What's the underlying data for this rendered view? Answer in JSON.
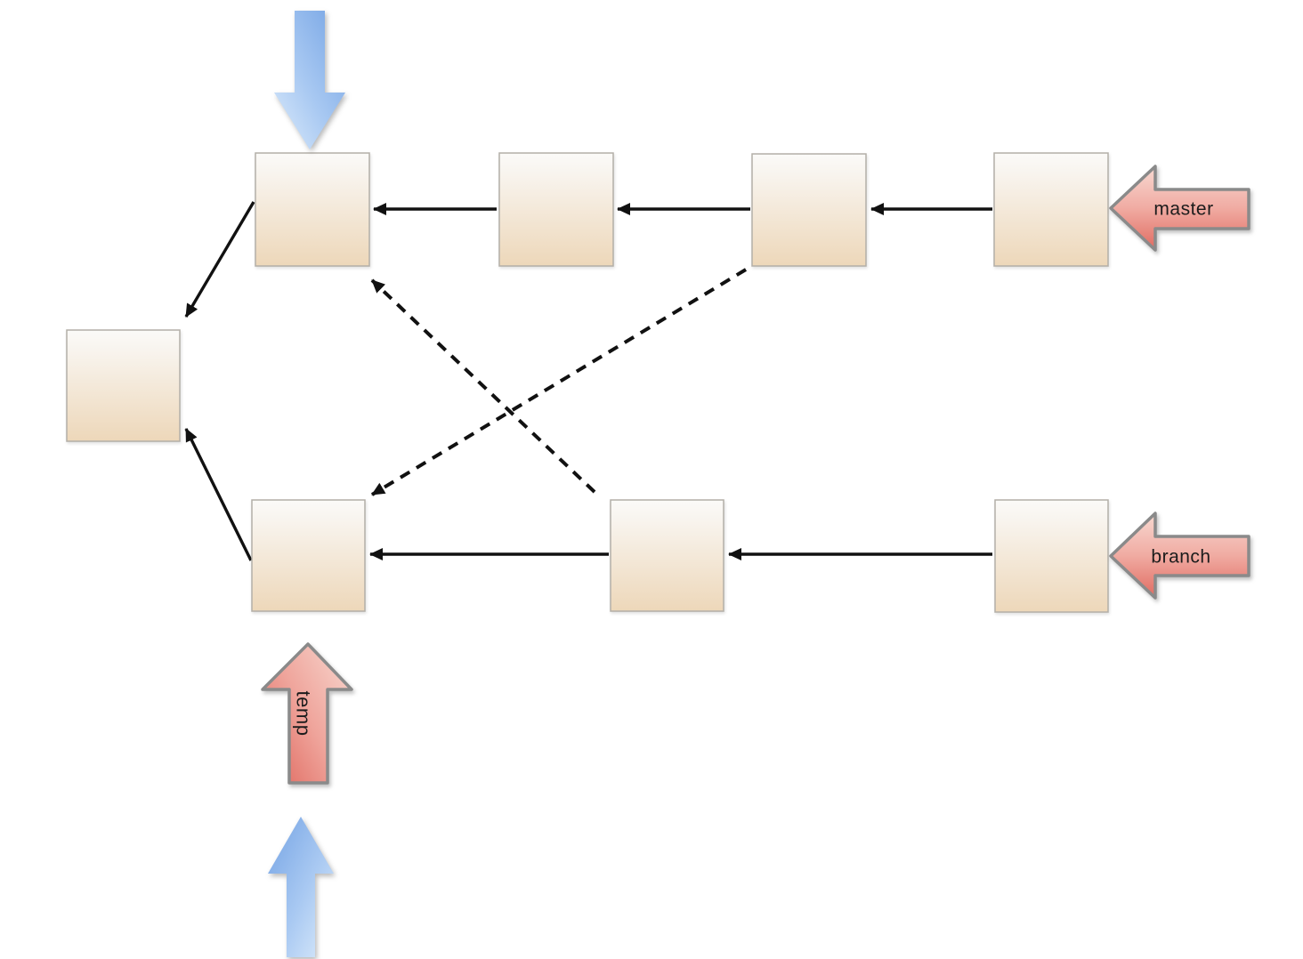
{
  "diagram": {
    "type": "node-edge-diagram",
    "labels": {
      "master": "master",
      "branch": "branch",
      "temp": "temp"
    },
    "nodes": [
      {
        "id": "base",
        "row": "middle-left"
      },
      {
        "id": "m1",
        "row": "top"
      },
      {
        "id": "m2",
        "row": "top"
      },
      {
        "id": "m3",
        "row": "top"
      },
      {
        "id": "m4",
        "row": "top"
      },
      {
        "id": "b1",
        "row": "bottom"
      },
      {
        "id": "b2",
        "row": "bottom"
      },
      {
        "id": "b3",
        "row": "bottom"
      }
    ],
    "edges": {
      "solid": [
        [
          "m2",
          "m1"
        ],
        [
          "m3",
          "m2"
        ],
        [
          "m4",
          "m3"
        ],
        [
          "m1",
          "base"
        ],
        [
          "b2",
          "b1"
        ],
        [
          "b3",
          "b2"
        ],
        [
          "b1",
          "base"
        ]
      ],
      "dashed": [
        [
          "b2",
          "m1"
        ],
        [
          "m3",
          "b1"
        ]
      ]
    },
    "refs": [
      {
        "label": "master",
        "points_to": "m4",
        "style": "red-left-arrow"
      },
      {
        "label": "branch",
        "points_to": "b3",
        "style": "red-left-arrow"
      },
      {
        "label": "temp",
        "points_to": "b1",
        "style": "red-up-arrow"
      }
    ],
    "pointers": [
      {
        "icon": "blue-down-arrow",
        "points_to": "m1"
      },
      {
        "icon": "blue-up-arrow",
        "points_to": "temp-arrow"
      }
    ],
    "colors": {
      "node_fill_top": "#fbf9f6",
      "node_fill_bottom": "#edd7b9",
      "node_border": "#b3afa8",
      "connector_black": "#111111",
      "ref_arrow_light": "#f8d9d1",
      "ref_arrow_mid": "#f0aba2",
      "ref_arrow_dark": "#e06b61",
      "ref_arrow_border": "#8a8a8a",
      "head_arrow_light": "#dcebfb",
      "head_arrow_dark": "#74a3e4",
      "label_text": "#1c1c1c"
    }
  }
}
